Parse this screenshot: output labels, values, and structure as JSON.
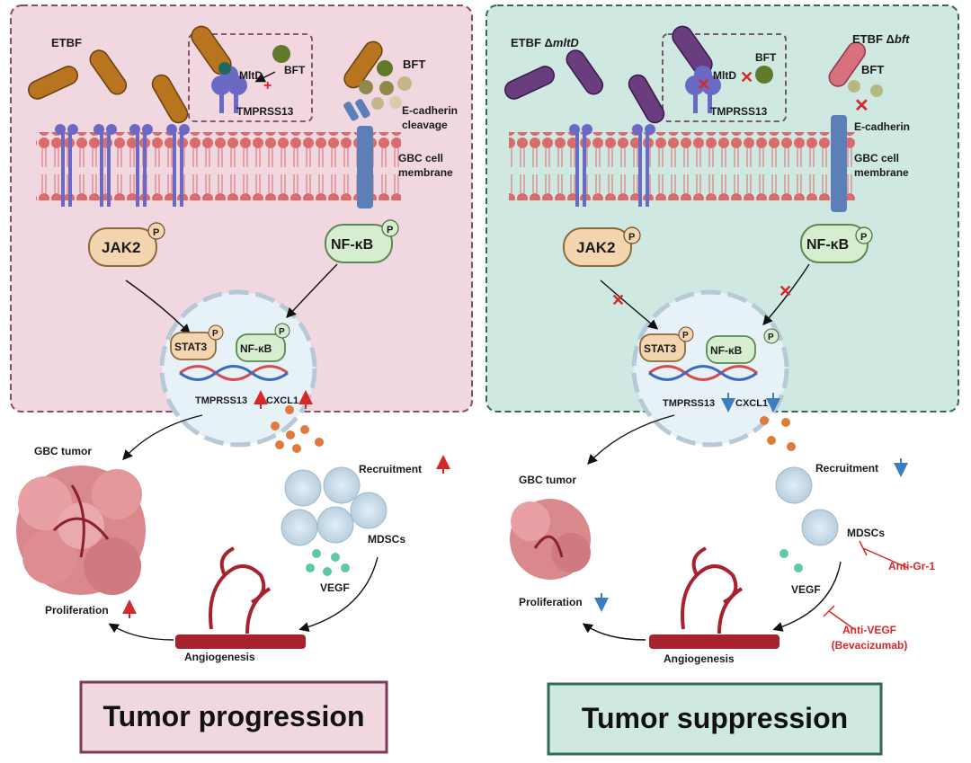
{
  "left": {
    "strain": "ETBF",
    "mltd": "MltD",
    "bft": "BFT",
    "tmprss": "TMPRSS13",
    "bft_side": "BFT",
    "ecad": "E-cadherin",
    "ecad2": "cleavage",
    "membrane1": "GBC cell",
    "membrane2": "membrane",
    "jak2": "JAK2",
    "nfkb": "NF-κB",
    "p": "P",
    "stat3": "STAT3",
    "nfkb_nuc": "NF-κB",
    "gene1": "TMPRSS13",
    "gene2": "CXCL1",
    "tumor": "GBC tumor",
    "recruit": "Recruitment",
    "mdsc": "MDSCs",
    "vegf": "VEGF",
    "prolif": "Proliferation",
    "angio": "Angiogenesis",
    "title": "Tumor progression"
  },
  "right": {
    "strain1_a": "ETBF Δ",
    "strain1_b": "mltD",
    "strain2_a": "ETBF Δ",
    "strain2_b": "bft",
    "mltd": "MltD",
    "bft": "BFT",
    "tmprss": "TMPRSS13",
    "bft_side": "BFT",
    "ecad": "E-cadherin",
    "membrane1": "GBC cell",
    "membrane2": "membrane",
    "jak2": "JAK2",
    "nfkb": "NF-κB",
    "p": "P",
    "stat3": "STAT3",
    "nfkb_nuc": "NF-κB",
    "gene1": "TMPRSS13",
    "gene2": "CXCL1",
    "tumor": "GBC tumor",
    "recruit": "Recruitment",
    "mdsc": "MDSCs",
    "antigr1": "Anti-Gr-1",
    "vegf": "VEGF",
    "antivegf1": "Anti-VEGF",
    "antivegf2": "(Bevacizumab)",
    "prolif": "Proliferation",
    "angio": "Angiogenesis",
    "title": "Tumor suppression"
  },
  "colors": {
    "left_bg": "#f1d7e0",
    "left_border": "#8c4a6a",
    "right_bg": "#cfe8e1",
    "right_border": "#2f6b57",
    "membrane_head": "#d96b6b",
    "receptor": "#6a6ac4",
    "cadherin": "#5d7fb8",
    "bacteria_etbf": "#b8741e",
    "bacteria_mltd": "#6a3d7e",
    "bacteria_bft": "#d9707e",
    "red": "#d62828",
    "blue": "#3a7dc0"
  }
}
